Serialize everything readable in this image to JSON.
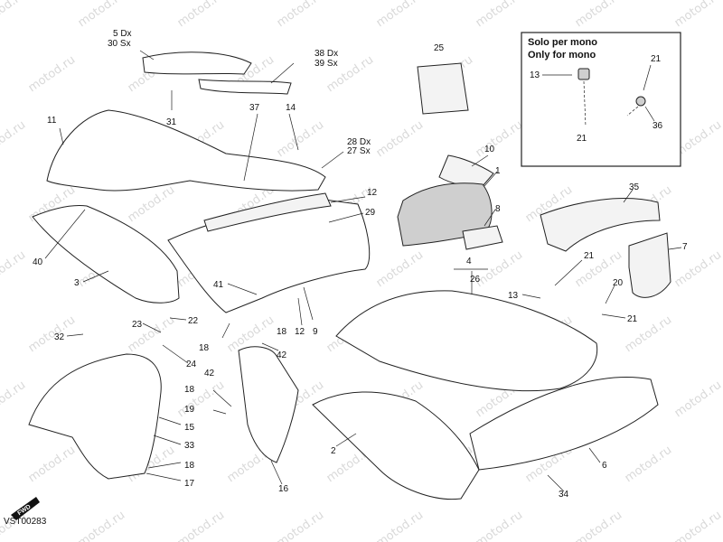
{
  "watermark": "motod.ru",
  "inset": {
    "title_it": "Solo per mono",
    "title_en": "Only for mono",
    "callouts": [
      "13",
      "21",
      "21",
      "36"
    ]
  },
  "diagram_code": "VST00283",
  "fwd_label": "FWD",
  "callouts": {
    "c5dx": "5 Dx",
    "c30sx": "30 Sx",
    "c38dx": "38 Dx",
    "c39sx": "39 Sx",
    "c25": "25",
    "c31": "31",
    "c11": "11",
    "c37": "37",
    "c14": "14",
    "c28dx": "28 Dx",
    "c27sx": "27 Sx",
    "c10": "10",
    "c1": "1",
    "c12a": "12",
    "c29": "29",
    "c8": "8",
    "c35": "35",
    "c7": "7",
    "c40": "40",
    "c3": "3",
    "c41": "41",
    "c4": "4",
    "c26": "26",
    "c21a": "21",
    "c20": "20",
    "c13": "13",
    "c21b": "21",
    "c22": "22",
    "c23": "23",
    "c32": "32",
    "c24": "24",
    "c18a": "18",
    "c42a": "42",
    "c18b": "18",
    "c12b": "12",
    "c9": "9",
    "c42b": "42",
    "c18c": "18",
    "c19": "19",
    "c15": "15",
    "c33": "33",
    "c18d": "18",
    "c17": "17",
    "c2": "2",
    "c16": "16",
    "c6": "6",
    "c34": "34"
  }
}
